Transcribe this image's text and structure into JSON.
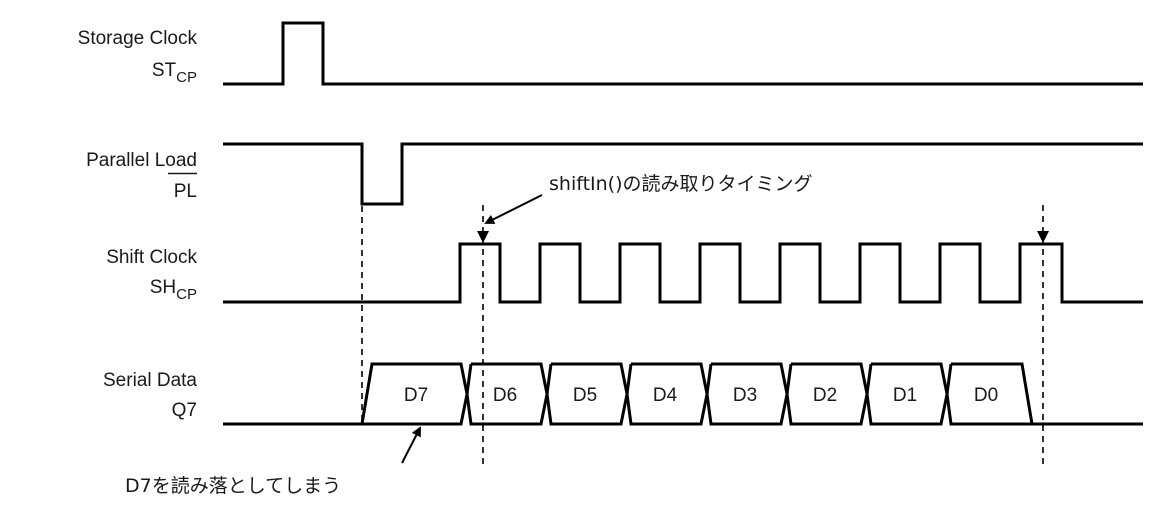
{
  "signals": [
    {
      "id": "stcp",
      "name": "Storage Clock",
      "symbol_main": "ST",
      "symbol_sub": "CP",
      "overline": false
    },
    {
      "id": "pl",
      "name": "Parallel Load",
      "symbol_main": "PL",
      "symbol_sub": "",
      "overline": true
    },
    {
      "id": "shcp",
      "name": "Shift Clock",
      "symbol_main": "SH",
      "symbol_sub": "CP",
      "overline": false
    },
    {
      "id": "q7",
      "name": "Serial Data",
      "symbol_main": "Q7",
      "symbol_sub": "",
      "overline": false
    }
  ],
  "data_bits": [
    "D7",
    "D6",
    "D5",
    "D4",
    "D3",
    "D2",
    "D1",
    "D0"
  ],
  "shift_clock_pulses": 8,
  "annotations": {
    "read_timing": "shiftIn()の読み取りタイミング",
    "missed_bit": "D7を読み落としてしまう"
  }
}
